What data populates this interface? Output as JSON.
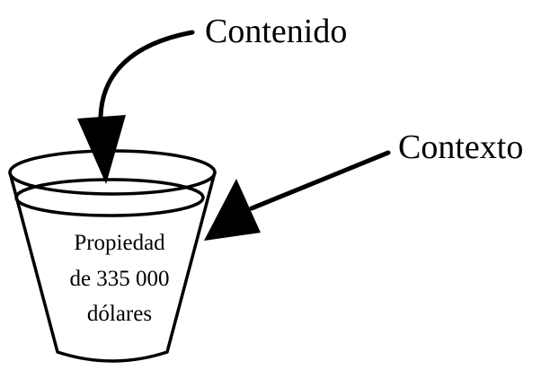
{
  "diagram": {
    "labels": {
      "content": "Contenido",
      "context": "Contexto"
    },
    "cup_text": {
      "line1": "Propiedad",
      "line2": "de 335 000",
      "line3": "dólares"
    },
    "colors": {
      "ink": "#000000",
      "background": "#ffffff"
    }
  }
}
